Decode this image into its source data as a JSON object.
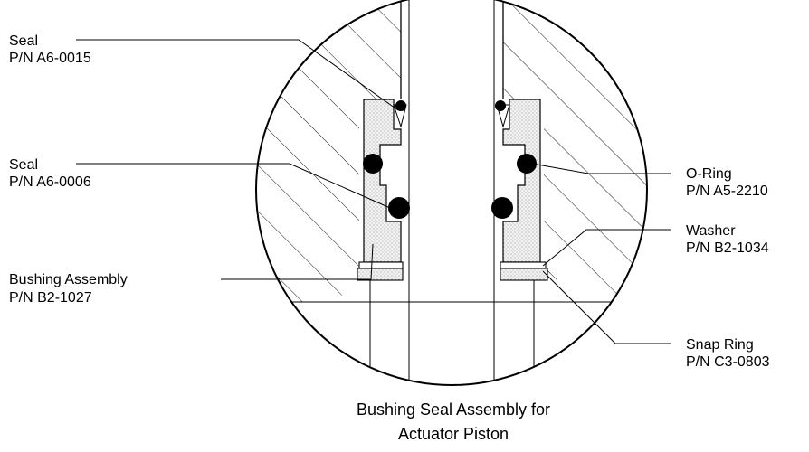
{
  "labels": {
    "seal_top": {
      "name": "Seal",
      "part_number": "P/N A6-0015"
    },
    "seal_mid": {
      "name": "Seal",
      "part_number": "P/N A6-0006"
    },
    "bushing": {
      "name": "Bushing Assembly",
      "part_number": "P/N B2-1027"
    },
    "o_ring": {
      "name": "O-Ring",
      "part_number": "P/N A5-2210"
    },
    "washer": {
      "name": "Washer",
      "part_number": "P/N B2-1034"
    },
    "snap_ring": {
      "name": "Snap Ring",
      "part_number": "P/N C3-0803"
    }
  },
  "caption": {
    "line1": "Bushing Seal Assembly for",
    "line2": "Actuator Piston"
  },
  "colors": {
    "line": "#000000",
    "background": "#ffffff",
    "bushing_fill": "#e6e6e6"
  }
}
